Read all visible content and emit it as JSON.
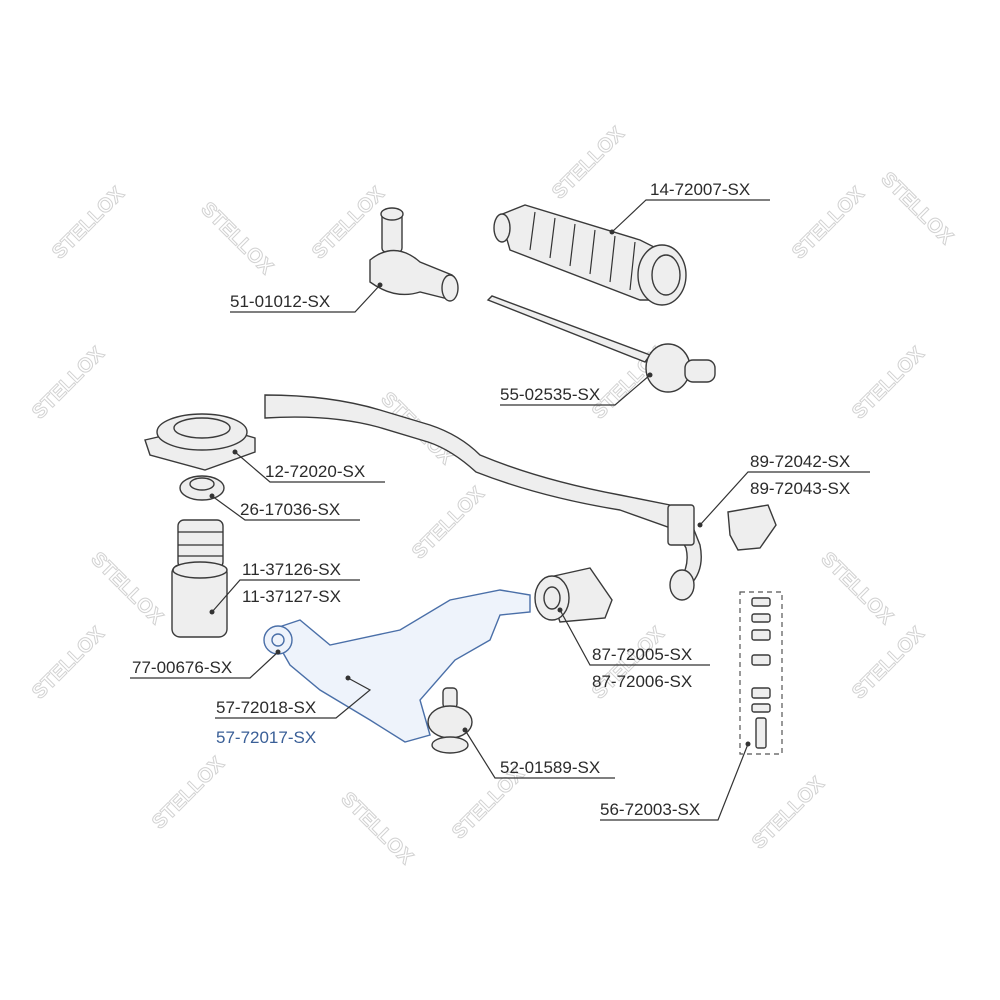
{
  "watermark": {
    "brand": "STELLOX"
  },
  "colors": {
    "highlight": "#3a5f97",
    "line": "#333333",
    "watermark": "#d2d2d2"
  },
  "labels": {
    "p14_72007": "14-72007-SX",
    "p51_01012": "51-01012-SX",
    "p55_02535": "55-02535-SX",
    "p12_72020": "12-72020-SX",
    "p89_72042": "89-72042-SX",
    "p89_72043": "89-72043-SX",
    "p26_17036": "26-17036-SX",
    "p11_37126": "11-37126-SX",
    "p11_37127": "11-37127-SX",
    "p87_72005": "87-72005-SX",
    "p87_72006": "87-72006-SX",
    "p77_00676": "77-00676-SX",
    "p57_72018": "57-72018-SX",
    "p57_72017": "57-72017-SX",
    "p52_01589": "52-01589-SX",
    "p56_72003": "56-72003-SX"
  }
}
